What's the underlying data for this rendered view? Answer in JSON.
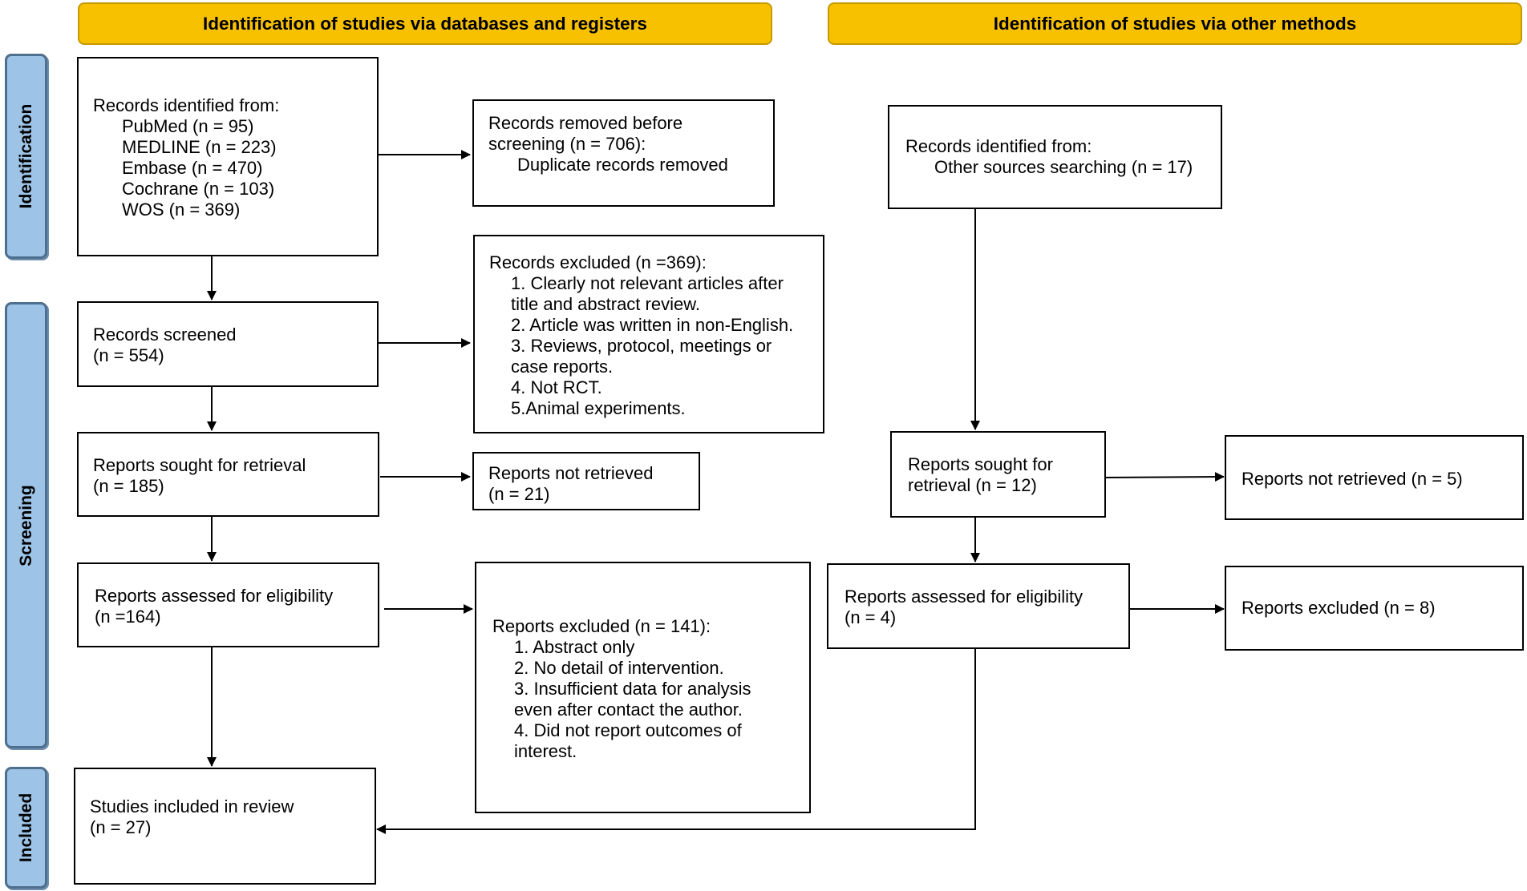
{
  "headers": {
    "left": "Identification of studies via databases and registers",
    "right": "Identification of studies via other methods"
  },
  "phases": {
    "identification": "Identification",
    "screening": "Screening",
    "included": "Included"
  },
  "left": {
    "identified": {
      "title": "Records identified from:",
      "items": [
        "PubMed (n = 95)",
        "MEDLINE (n = 223)",
        "Embase (n = 470)",
        "Cochrane (n = 103)",
        "WOS (n = 369)"
      ]
    },
    "removed": {
      "line1": "Records removed before",
      "line2": "screening (n = 706):",
      "line3": "Duplicate records removed"
    },
    "screened": {
      "line1": "Records screened",
      "line2": "(n = 554)"
    },
    "excluded": {
      "title": "Records excluded (n =369):",
      "lines": [
        "1. Clearly not relevant articles after",
        "title and abstract review.",
        "2. Article was written in non-English.",
        "3. Reviews, protocol, meetings or",
        "case reports.",
        "4. Not RCT.",
        "5.Animal experiments."
      ]
    },
    "sought": {
      "line1": "Reports sought for retrieval",
      "line2": "(n = 185)"
    },
    "not_retrieved": {
      "line1": "Reports not retrieved",
      "line2": "(n = 21)"
    },
    "assessed": {
      "line1": "Reports assessed for eligibility",
      "line2": "(n =164)"
    },
    "reports_excluded": {
      "title": "Reports excluded (n = 141):",
      "lines": [
        "1. Abstract only",
        "2. No detail of intervention.",
        "3. Insufficient data for analysis",
        "even after contact the author.",
        "4. Did not report outcomes of",
        "interest."
      ]
    },
    "included": {
      "line1": "Studies included in review",
      "line2": "(n = 27)"
    }
  },
  "right": {
    "identified": {
      "line1": "Records identified from:",
      "line2": "Other sources searching (n = 17)"
    },
    "sought": {
      "line1": "Reports sought for",
      "line2": "retrieval (n = 12)"
    },
    "not_retrieved": {
      "line1": "Reports not retrieved (n = 5)"
    },
    "assessed": {
      "line1": "Reports assessed for eligibility",
      "line2": "(n = 4)"
    },
    "excluded": {
      "line1": "Reports excluded (n = 8)"
    }
  }
}
